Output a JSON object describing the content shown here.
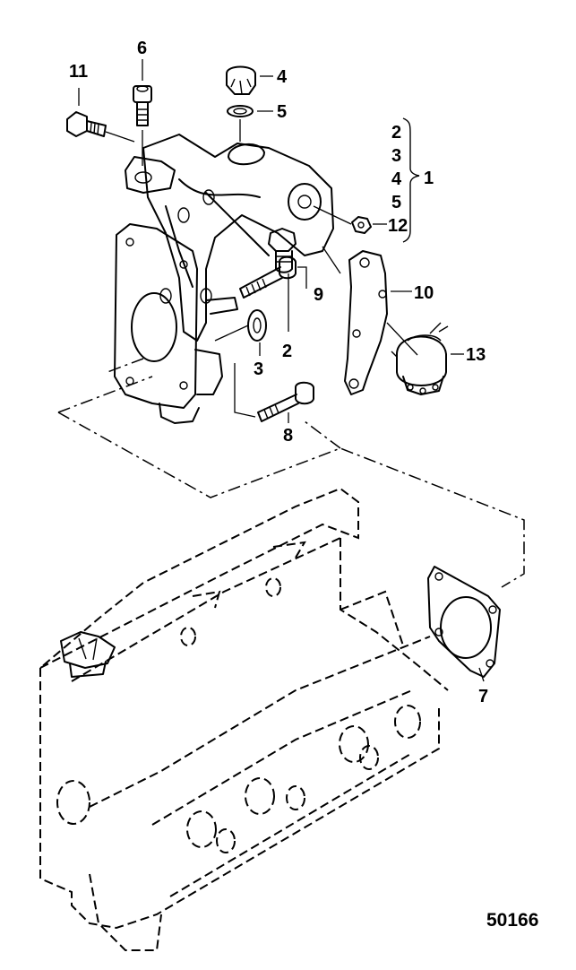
{
  "callouts": {
    "c11": "11",
    "c6": "6",
    "c4": "4",
    "c5": "5",
    "c1": "1",
    "g2": "2",
    "g3": "3",
    "g4": "4",
    "g5": "5",
    "c12": "12",
    "c9": "9",
    "c10": "10",
    "c2": "2",
    "c3": "3",
    "c13": "13",
    "c8": "8",
    "c7": "7"
  },
  "figure_number": "50166"
}
